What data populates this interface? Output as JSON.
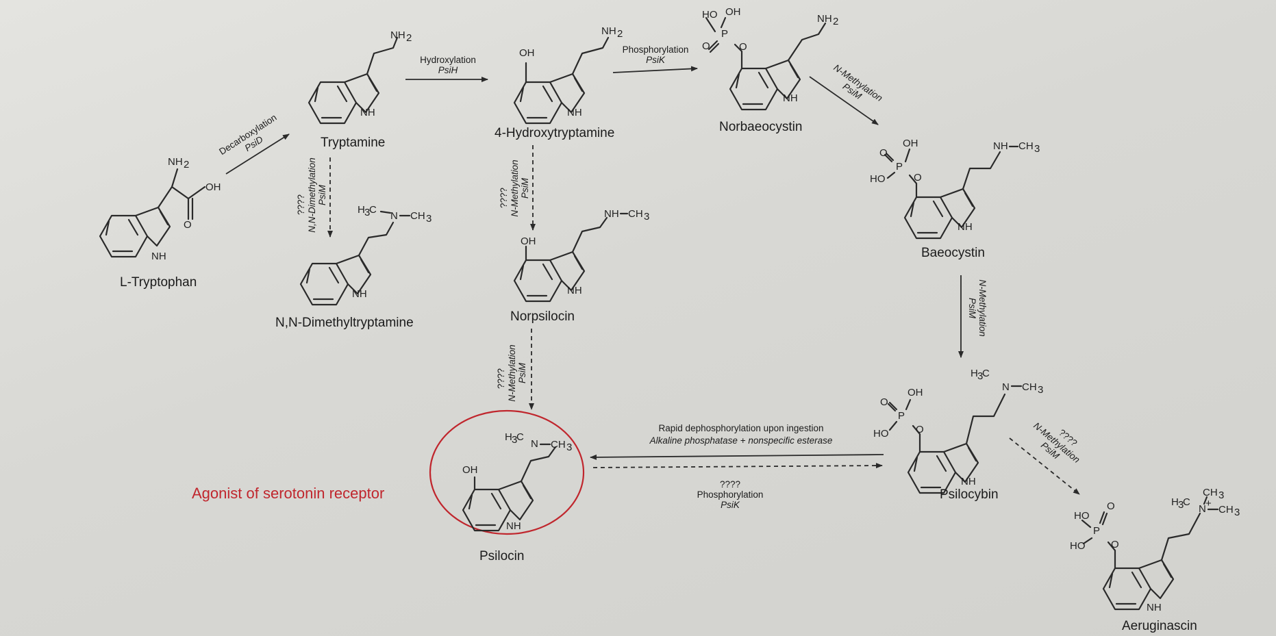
{
  "compounds": {
    "tryptophan": "L-Tryptophan",
    "tryptamine": "Tryptamine",
    "hydroxytryptamine": "4-Hydroxytryptamine",
    "norbaeocystin": "Norbaeocystin",
    "baeocystin": "Baeocystin",
    "dmt": "N,N-Dimethyltryptamine",
    "norpsilocin": "Norpsilocin",
    "psilocin": "Psilocin",
    "psilocybin": "Psilocybin",
    "aeruginascin": "Aeruginascin"
  },
  "reactions": {
    "decarboxylation": {
      "name": "Decarboxylation",
      "enzyme": "PsiD"
    },
    "hydroxylation": {
      "name": "Hydroxylation",
      "enzyme": "PsiH"
    },
    "phosphorylation": {
      "name": "Phosphorylation",
      "enzyme": "PsiK"
    },
    "n_methylation_1": {
      "name": "N-Methylation",
      "enzyme": "PsiM"
    },
    "n_methylation_2": {
      "name": "N-Methylation",
      "enzyme": "PsiM"
    },
    "dmt_path": {
      "q": "????",
      "name": "N,N-Dimethylation",
      "enzyme": "PsiM"
    },
    "norpsilocin_path": {
      "q": "????",
      "name": "N-Methylation",
      "enzyme": "PsiM"
    },
    "psilocin_path": {
      "q": "????",
      "name": "N-Methylation",
      "enzyme": "PsiM"
    },
    "dephos": {
      "line1": "Rapid dephosphorylation upon ingestion",
      "line2": "Alkaline phosphatase + nonspecific esterase"
    },
    "rephos": {
      "q": "????",
      "name": "Phosphorylation",
      "enzyme": "PsiK"
    },
    "aeruginascin_path": {
      "q": "????",
      "name": "N-Methylation",
      "enzyme": "PsiM"
    }
  },
  "annotation": "Agonist of serotonin receptor",
  "colors": {
    "annotation": "#c0262d",
    "ink": "#222222",
    "paper": "#dcdcd8"
  }
}
